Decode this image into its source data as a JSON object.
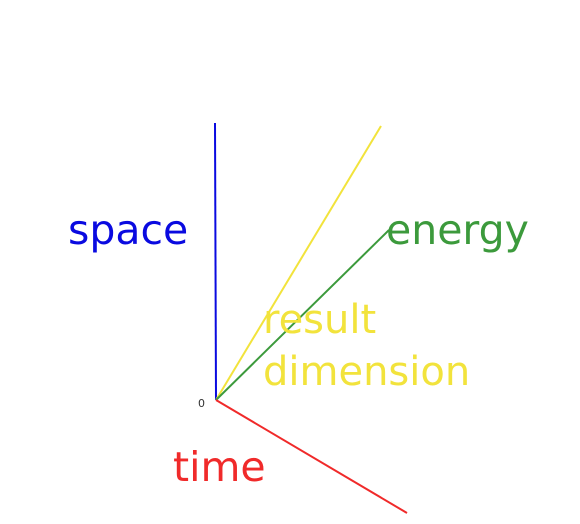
{
  "diagram": {
    "origin_label": "0",
    "axes": [
      {
        "id": "space",
        "label": "space",
        "color": "#0a0ae0"
      },
      {
        "id": "energy",
        "label": "energy",
        "color": "#3c9a3c"
      },
      {
        "id": "result",
        "label_lines": [
          "result",
          "dimension"
        ],
        "color": "#f2e33c"
      },
      {
        "id": "time",
        "label": "time",
        "color": "#f02a2a"
      }
    ]
  }
}
